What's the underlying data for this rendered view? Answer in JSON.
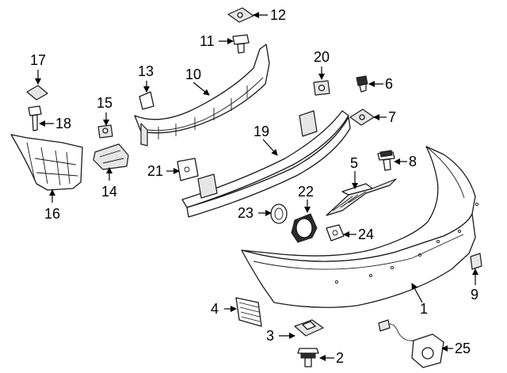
{
  "callouts": {
    "c1": "1",
    "c2": "2",
    "c3": "3",
    "c4": "4",
    "c5": "5",
    "c6": "6",
    "c7": "7",
    "c8": "8",
    "c9": "9",
    "c10": "10",
    "c11": "11",
    "c12": "12",
    "c13": "13",
    "c14": "14",
    "c15": "15",
    "c16": "16",
    "c17": "17",
    "c18": "18",
    "c19": "19",
    "c20": "20",
    "c21": "21",
    "c22": "22",
    "c23": "23",
    "c24": "24",
    "c25": "25"
  },
  "colors": {
    "line": "#1a1a1a",
    "background": "#ffffff"
  }
}
